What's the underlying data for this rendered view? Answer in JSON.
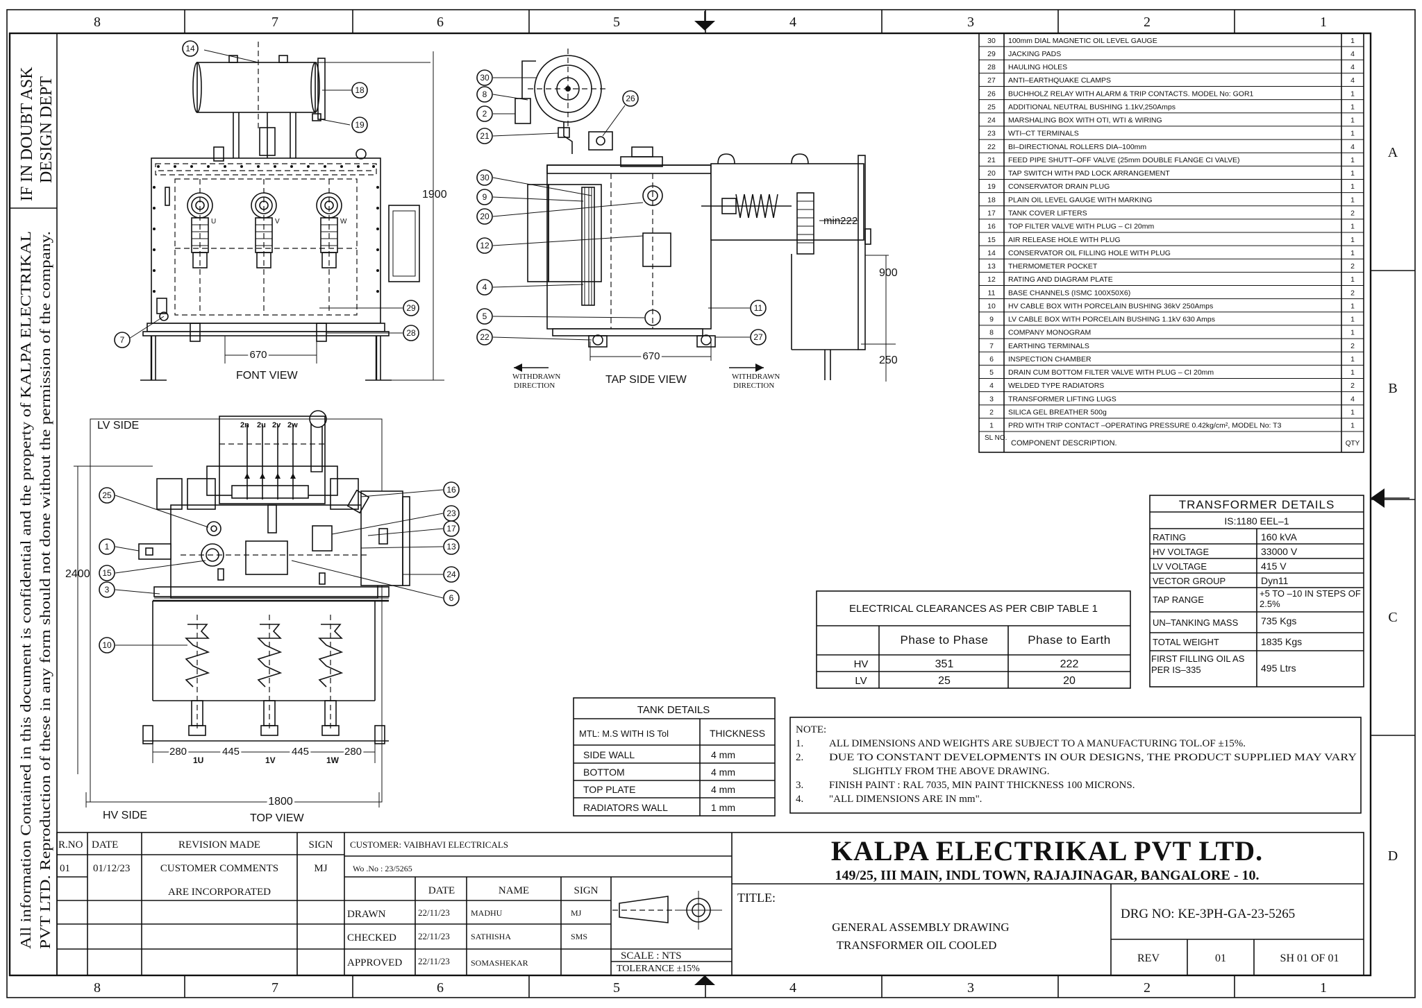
{
  "zone_columns": [
    "8",
    "7",
    "6",
    "5",
    "4",
    "3",
    "2",
    "1"
  ],
  "zone_rows": [
    "A",
    "B",
    "C",
    "D"
  ],
  "side_notes": {
    "doubt_line1": "IF IN DOUBT ASK",
    "doubt_line2": "DESIGN DEPT",
    "confidential_line1": "All information Contained in this document is confidential and the property of KALPA ELECTRIKAL",
    "confidential_line2": "PVT LTD. Reproduction of these in any form should not done without the permission of the company."
  },
  "views": {
    "front_view": "FONT VIEW",
    "tap_side_view": "TAP SIDE VIEW",
    "top_view": "TOP VIEW",
    "lv_side": "LV SIDE",
    "hv_side": "HV SIDE",
    "withdrawn_left_1": "WITHDRAWN",
    "withdrawn_left_2": "DIRECTION",
    "withdrawn_right_1": "WITHDRAWN",
    "withdrawn_right_2": "DIRECTION"
  },
  "dimensions": {
    "front_height": "1900",
    "front_width": "670",
    "tap_width": "670",
    "tap_900": "900",
    "tap_250": "250",
    "tap_min": "min222",
    "top_2400": "2400",
    "top_1800": "1800",
    "top_280a": "280",
    "top_445a": "445",
    "top_445b": "445",
    "top_280b": "280"
  },
  "terminal_labels": {
    "front": [
      "U",
      "V",
      "W"
    ],
    "top_lv": [
      "2n",
      "2u",
      "2v",
      "2w"
    ],
    "top_hv": [
      "1U",
      "1V",
      "1W"
    ]
  },
  "balloons": {
    "front": [
      "14",
      "18",
      "19",
      "29",
      "28",
      "7"
    ],
    "tap_left": [
      "30",
      "8",
      "2",
      "21",
      "30",
      "9",
      "20",
      "12",
      "4",
      "5",
      "22"
    ],
    "tap_right": [
      "26",
      "11",
      "27"
    ],
    "top_left": [
      "25",
      "1",
      "15",
      "3",
      "10"
    ],
    "top_right": [
      "16",
      "23",
      "17",
      "13",
      "24",
      "6"
    ]
  },
  "components": {
    "header_sl": "SL NO.",
    "header_desc": "COMPONENT DESCRIPTION.",
    "header_qty": "QTY",
    "rows": [
      {
        "no": "30",
        "desc": "100mm DIAL MAGNETIC OIL LEVEL GAUGE",
        "qty": "1"
      },
      {
        "no": "29",
        "desc": "JACKING PADS",
        "qty": "4"
      },
      {
        "no": "28",
        "desc": "HAULING HOLES",
        "qty": "4"
      },
      {
        "no": "27",
        "desc": "ANTI–EARTHQUAKE CLAMPS",
        "qty": "4"
      },
      {
        "no": "26",
        "desc": "BUCHHOLZ RELAY WITH ALARM & TRIP CONTACTS. MODEL No: GOR1",
        "qty": "1"
      },
      {
        "no": "25",
        "desc": "ADDITIONAL NEUTRAL BUSHING 1.1kV,250Amps",
        "qty": "1"
      },
      {
        "no": "24",
        "desc": "MARSHALING BOX WITH OTI, WTI & WIRING",
        "qty": "1"
      },
      {
        "no": "23",
        "desc": "WTI–CT TERMINALS",
        "qty": "1"
      },
      {
        "no": "22",
        "desc": "BI–DIRECTIONAL ROLLERS DIA–100mm",
        "qty": "4"
      },
      {
        "no": "21",
        "desc": "FEED PIPE SHUTT–OFF VALVE (25mm DOUBLE FLANGE CI VALVE)",
        "qty": "1"
      },
      {
        "no": "20",
        "desc": "TAP SWITCH WITH PAD LOCK ARRANGEMENT",
        "qty": "1"
      },
      {
        "no": "19",
        "desc": "CONSERVATOR DRAIN PLUG",
        "qty": "1"
      },
      {
        "no": "18",
        "desc": "PLAIN OIL LEVEL GAUGE WITH MARKING",
        "qty": "1"
      },
      {
        "no": "17",
        "desc": "TANK COVER LIFTERS",
        "qty": "2"
      },
      {
        "no": "16",
        "desc": "TOP FILTER VALVE WITH PLUG – CI 20mm",
        "qty": "1"
      },
      {
        "no": "15",
        "desc": "AIR RELEASE HOLE WITH PLUG",
        "qty": "1"
      },
      {
        "no": "14",
        "desc": "CONSERVATOR OIL FILLING HOLE WITH PLUG",
        "qty": "1"
      },
      {
        "no": "13",
        "desc": "THERMOMETER POCKET",
        "qty": "2"
      },
      {
        "no": "12",
        "desc": "RATING AND DIAGRAM PLATE",
        "qty": "1"
      },
      {
        "no": "11",
        "desc": "BASE CHANNELS (ISMC 100X50X6)",
        "qty": "2"
      },
      {
        "no": "10",
        "desc": "HV CABLE BOX WITH PORCELAIN BUSHING 36kV 250Amps",
        "qty": "1"
      },
      {
        "no": "9",
        "desc": "LV CABLE BOX WITH PORCELAIN BUSHING 1.1kV 630 Amps",
        "qty": "1"
      },
      {
        "no": "8",
        "desc": "COMPANY MONOGRAM",
        "qty": "1"
      },
      {
        "no": "7",
        "desc": "EARTHING TERMINALS",
        "qty": "2"
      },
      {
        "no": "6",
        "desc": "INSPECTION CHAMBER",
        "qty": "1"
      },
      {
        "no": "5",
        "desc": "DRAIN CUM BOTTOM FILTER VALVE WITH PLUG – CI 20mm",
        "qty": "1"
      },
      {
        "no": "4",
        "desc": "WELDED TYPE RADIATORS",
        "qty": "2"
      },
      {
        "no": "3",
        "desc": "TRANSFORMER LIFTING LUGS",
        "qty": "4"
      },
      {
        "no": "2",
        "desc": "SILICA GEL BREATHER 500g",
        "qty": "1"
      },
      {
        "no": "1",
        "desc": "PRD WITH TRIP CONTACT –OPERATING PRESSURE 0.42kg/cm², MODEL No: T3",
        "qty": "1"
      }
    ]
  },
  "transformer_details": {
    "title": "TRANSFORMER DETAILS",
    "standard": "IS:1180 EEL–1",
    "rows": [
      {
        "label": "RATING",
        "value": "160 kVA"
      },
      {
        "label": "HV VOLTAGE",
        "value": "33000 V"
      },
      {
        "label": "LV VOLTAGE",
        "value": "415 V"
      },
      {
        "label": "VECTOR GROUP",
        "value": "Dyn11"
      },
      {
        "label": "TAP RANGE",
        "value": "+5 TO –10 IN STEPS OF 2.5%"
      },
      {
        "label": "UN–TANKING MASS",
        "value": "735 Kgs"
      },
      {
        "label": "TOTAL WEIGHT",
        "value": "1835 Kgs"
      },
      {
        "label": "FIRST FILLING OIL AS PER IS–335",
        "value": "495 Ltrs"
      }
    ]
  },
  "clearances": {
    "title": "ELECTRICAL CLEARANCES AS PER CBIP TABLE 1",
    "col1": "Phase to Phase",
    "col2": "Phase to Earth",
    "rows": [
      {
        "label": "HV",
        "p2p": "351",
        "p2e": "222"
      },
      {
        "label": "LV",
        "p2p": "25",
        "p2e": "20"
      }
    ]
  },
  "tank_details": {
    "title": "TANK DETAILS",
    "header_mtl": "MTL: M.S WITH IS Tol",
    "header_thk": "THICKNESS",
    "rows": [
      {
        "part": "SIDE WALL",
        "thk": "4 mm"
      },
      {
        "part": "BOTTOM",
        "thk": "4 mm"
      },
      {
        "part": "TOP PLATE",
        "thk": "4 mm"
      },
      {
        "part": "RADIATORS WALL",
        "thk": "1 mm"
      }
    ]
  },
  "notes": {
    "title": "NOTE:",
    "items": [
      {
        "n": "1.",
        "text": "ALL DIMENSIONS AND WEIGHTS ARE SUBJECT TO A MANUFACTURING TOL.OF ±15%."
      },
      {
        "n": "2.",
        "text": "DUE TO CONSTANT DEVELOPMENTS IN OUR DESIGNS, THE PRODUCT  SUPPLIED MAY VARY"
      },
      {
        "n": "",
        "text": "SLIGHTLY FROM THE ABOVE DRAWING."
      },
      {
        "n": "3.",
        "text": "FINISH PAINT : RAL 7035, MIN PAINT THICKNESS 100 MICRONS."
      },
      {
        "n": "4.",
        "text": "\"ALL DIMENSIONS ARE IN mm\"."
      }
    ]
  },
  "revision": {
    "h_rno": "R.NO",
    "h_date": "DATE",
    "h_rev": "REVISION MADE",
    "h_sign": "SIGN",
    "r_no": "01",
    "r_date": "01/12/23",
    "r_rev1": "CUSTOMER COMMENTS",
    "r_rev2": "ARE INCORPORATED",
    "r_sign": "MJ"
  },
  "approval": {
    "customer": "CUSTOMER: VAIBHAVI ELECTRICALS",
    "wo": "Wo .No  : 23/5265",
    "h_date": "DATE",
    "h_name": "NAME",
    "h_sign": "SIGN",
    "rows": [
      {
        "role": "DRAWN",
        "date": "22/11/23",
        "name": "MADHU",
        "sign": "MJ"
      },
      {
        "role": "CHECKED",
        "date": "22/11/23",
        "name": "SATHISHA",
        "sign": "SMS"
      },
      {
        "role": "APPROVED",
        "date": "22/11/23",
        "name": "SOMASHEKAR",
        "sign": ""
      }
    ],
    "scale": "SCALE  : NTS",
    "tolerance": "TOLERANCE ±15%"
  },
  "company": {
    "name": "KALPA ELECTRIKAL PVT LTD.",
    "address": "149/25, III MAIN, INDL TOWN, RAJAJINAGAR, BANGALORE - 10."
  },
  "title_block": {
    "label": "TITLE:",
    "line1": "GENERAL ASSEMBLY DRAWING",
    "line2": "TRANSFORMER OIL COOLED",
    "drg_no": "DRG NO: KE-3PH-GA-23-5265",
    "rev_label": "REV",
    "rev_value": "01",
    "sheet": "SH 01 OF 01"
  }
}
